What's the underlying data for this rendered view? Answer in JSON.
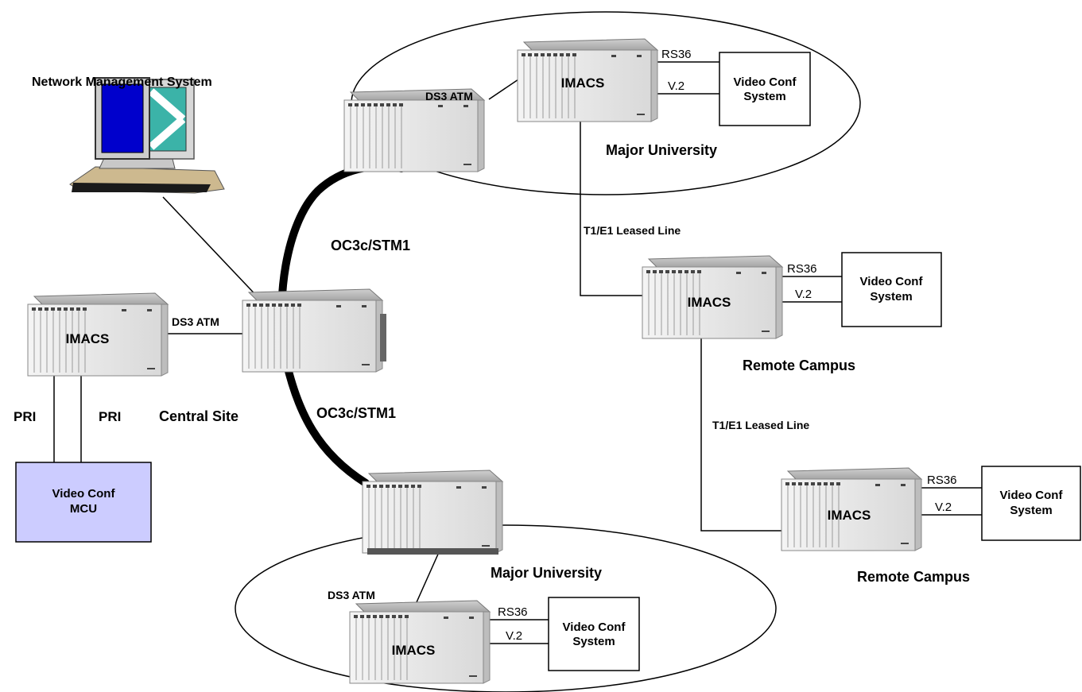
{
  "title": "Network Management System",
  "sites": {
    "central": "Central Site",
    "university_top": "Major University",
    "university_bottom": "Major University",
    "remote1": "Remote Campus",
    "remote2": "Remote Campus"
  },
  "device_label": "IMACS",
  "links": {
    "ds3_top": "DS3 ATM",
    "ds3_central": "DS3 ATM",
    "ds3_bottom": "DS3 ATM",
    "oc3_top": "OC3c/STM1",
    "oc3_bottom": "OC3c/STM1",
    "t1e1_1": "T1/E1 Leased Line",
    "t1e1_2": "T1/E1 Leased Line",
    "pri_left": "PRI",
    "pri_right": "PRI",
    "rs36": "RS36",
    "v2": "V.2"
  },
  "video_system": {
    "line1": "Video Conf",
    "line2": "System"
  },
  "mcu": {
    "line1": "Video Conf",
    "line2": "MCU",
    "fill": "#ccccff"
  },
  "colors": {
    "ring": "#000000",
    "device_front": "#e8e8e8",
    "device_side": "#c8c8c8",
    "screen": "#0000cc",
    "screen2": "#3bb3a8"
  }
}
